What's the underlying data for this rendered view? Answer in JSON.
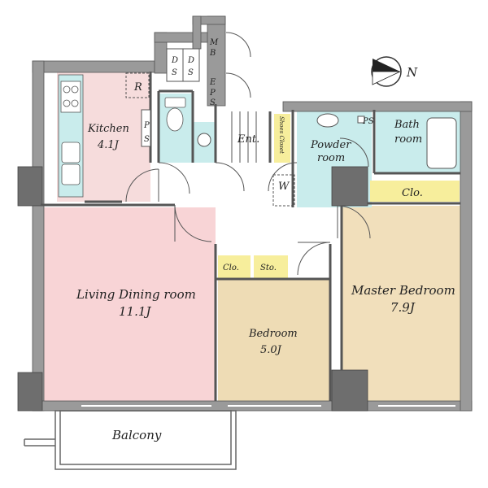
{
  "floorplan": {
    "compass": {
      "north_label": "N"
    },
    "rooms": {
      "kitchen": {
        "name": "Kitchen",
        "size": "4.1J"
      },
      "living": {
        "name": "Living Dining room",
        "size": "11.1J"
      },
      "bedroom": {
        "name": "Bedroom",
        "size": "5.0J"
      },
      "master": {
        "name": "Master Bedroom",
        "size": "7.9J"
      },
      "balcony": {
        "name": "Balcony"
      },
      "powder": {
        "name": "Powder",
        "name2": "room"
      },
      "bath": {
        "name": "Bath",
        "name2": "room"
      },
      "entrance": {
        "name": "Ent."
      }
    },
    "fixtures": {
      "refrigerator": "R",
      "kitchen_ps_1": "P",
      "kitchen_ps_2": "S",
      "ds1_top": "D",
      "ds1_bottom": "S",
      "ds2_top": "D",
      "ds2_bottom": "S",
      "mb_top": "M",
      "mb_bottom": "B",
      "eps_1": "E",
      "eps_2": "P",
      "eps_3": "S",
      "ps_bath": "PS",
      "shoes_closet": "Shoes Closet",
      "washer": "W",
      "master_closet": "Clo.",
      "bedroom_closet": "Clo.",
      "storage": "Sto."
    },
    "colors": {
      "wall": "#9a9a9a",
      "wall_dark": "#6e6e6e",
      "kitchen": "#f6dcdc",
      "living": "#f8d4d6",
      "bedroom": "#eedcb5",
      "master": "#f1dfbb",
      "wet": "#c9ecec",
      "closet": "#f7ee9c",
      "floor": "#ffffff"
    }
  }
}
